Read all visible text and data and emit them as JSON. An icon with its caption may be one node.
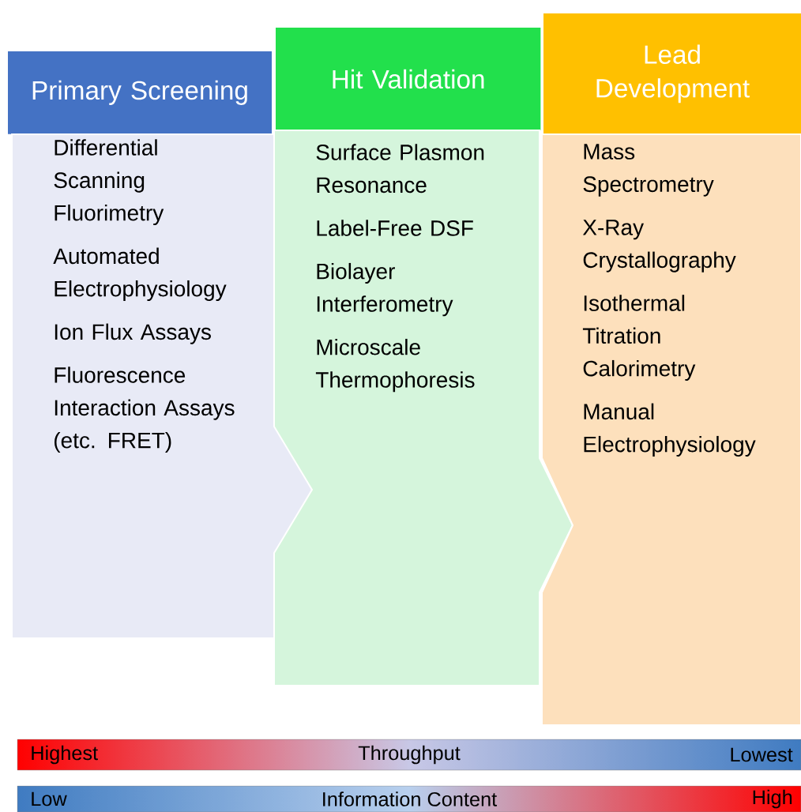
{
  "diagram": {
    "nodes": [
      {
        "text": [
          "Primary Screening"
        ]
      },
      {
        "text": [
          "Differential Scanning Fluorimetry",
          "Automated Electrophysiology",
          "Ion Flux Assays",
          "Fluorescence Interaction Assays (etc. FRET)"
        ]
      },
      {
        "text": [
          "Hit Validation"
        ]
      },
      {
        "text": [
          "Surface Plasmon Resonance",
          "Label-Free DSF",
          "Biolayer Interferometry",
          "Microscale Thermophoresis"
        ]
      },
      {
        "text": [
          "Lead Development"
        ]
      },
      {
        "text": [
          "Mass Spectrometry",
          "X-Ray Crystallography",
          "Isothermal Titration Calorimetry",
          "Manual Electrophysiology"
        ]
      },
      {
        "text": [
          "Highest",
          "Throughput",
          "Lowest"
        ]
      },
      {
        "text": [
          "Low",
          "Information Content",
          "High"
        ]
      }
    ]
  }
}
